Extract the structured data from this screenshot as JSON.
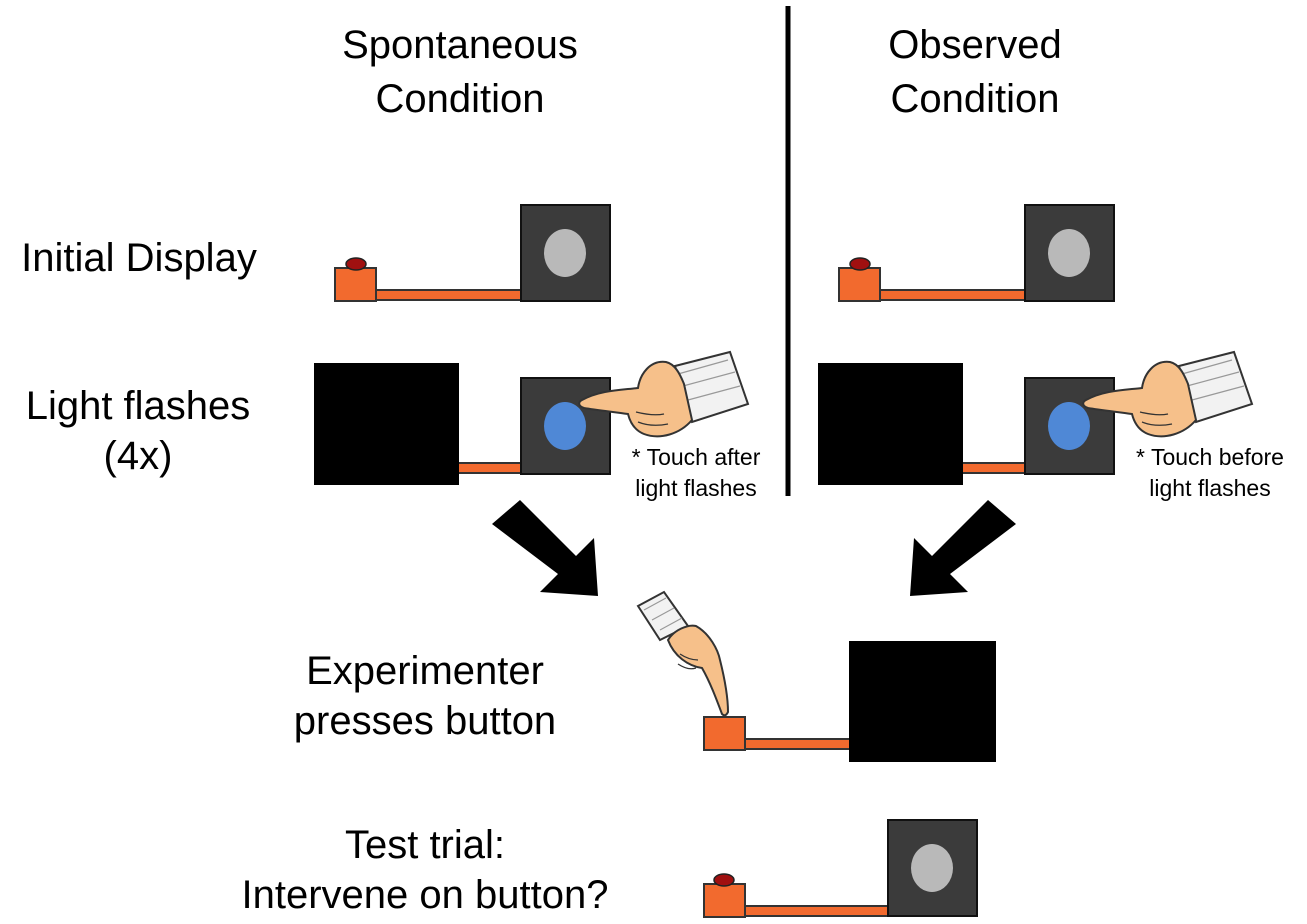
{
  "headings": {
    "spontaneous": [
      "Spontaneous",
      "Condition"
    ],
    "observed": [
      "Observed",
      "Condition"
    ]
  },
  "rows": {
    "initial_display": [
      "Initial Display"
    ],
    "light_flashes": [
      "Light flashes",
      "(4x)"
    ],
    "experimenter": [
      "Experimenter",
      "presses button"
    ],
    "test_trial": [
      "Test trial:",
      "Intervene on button?"
    ]
  },
  "notes": {
    "spontaneous": [
      "* Touch after",
      "light flashes"
    ],
    "observed": [
      "* Touch before",
      "light flashes"
    ]
  },
  "colors": {
    "button": "#f26a2e",
    "button_dark": "#a0330d",
    "red_knob": "#a01010",
    "box": "#3b3b3b",
    "light_off": "#b9b9b9",
    "light_on": "#4f88d6",
    "occluder": "#000000",
    "hand_skin": "#f6c08a",
    "sleeve": "#f2f2f2"
  },
  "icons": {
    "apparatus": "button-and-light-box",
    "hand": "pointing-hand-icon",
    "arrow": "thick-arrow-icon",
    "occluder": "black-occluder-square"
  }
}
